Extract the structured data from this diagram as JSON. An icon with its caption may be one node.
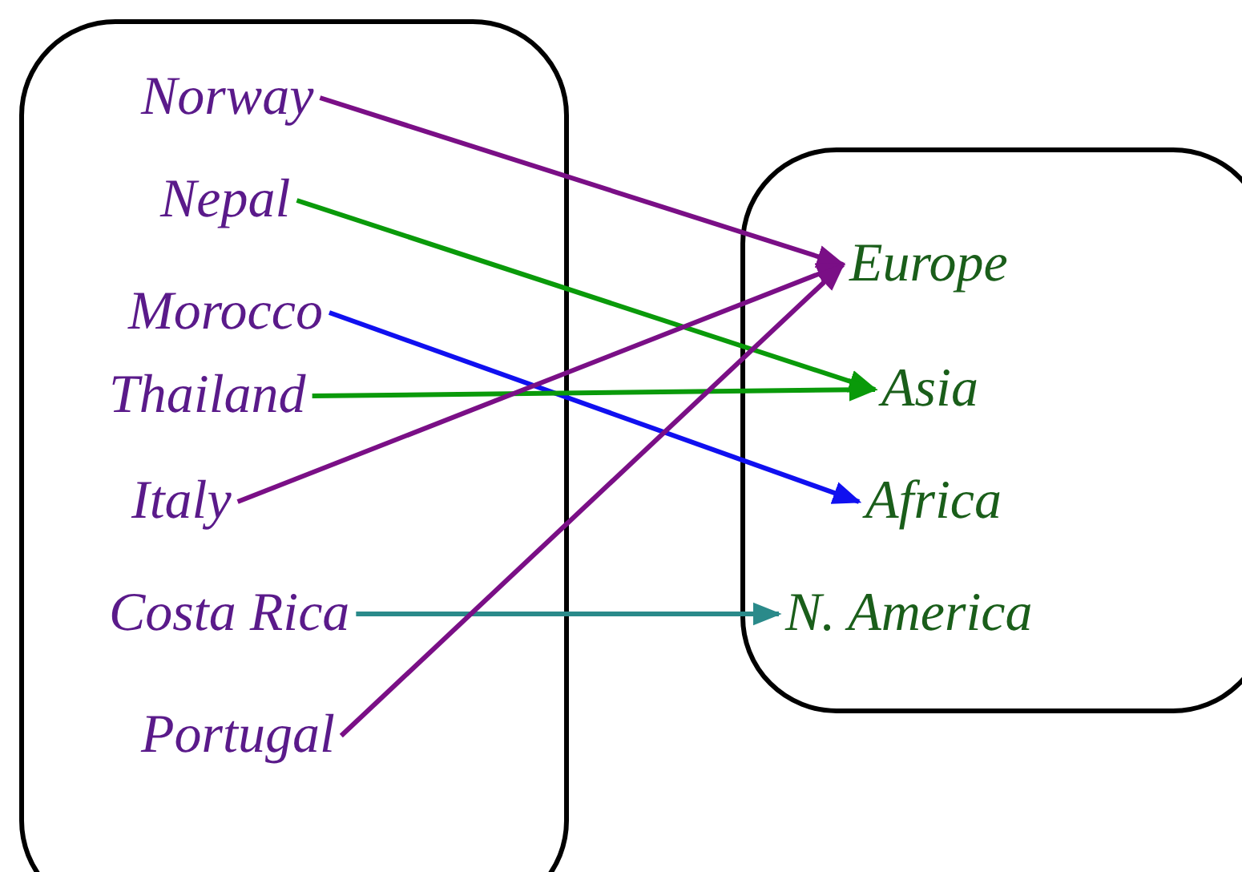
{
  "diagram": {
    "nodes": [
      {
        "text": [],
        "shape": "box"
      },
      {
        "text": [
          "Norway"
        ],
        "in": 0
      },
      {
        "text": [
          "Nepal"
        ],
        "in": 0
      },
      {
        "text": [
          "Morocco"
        ],
        "in": 0
      },
      {
        "text": [
          "Thailand"
        ],
        "in": 0
      },
      {
        "text": [
          "Italy"
        ],
        "in": 0
      },
      {
        "text": [
          "Costa Rica"
        ],
        "in": 0
      },
      {
        "text": [
          "Portugal"
        ],
        "in": 0
      },
      {
        "text": [],
        "shape": "box"
      },
      {
        "text": [
          "Europe"
        ],
        "in": 8
      },
      {
        "text": [
          "Asia"
        ],
        "in": 8
      },
      {
        "text": [
          "Africa"
        ],
        "in": 8
      },
      {
        "text": [
          "N. America"
        ],
        "in": 8
      }
    ],
    "edges": [
      {
        "from": 1,
        "to": 9,
        "arrow": "to",
        "color": "#7a0f86"
      },
      {
        "from": 2,
        "to": 10,
        "arrow": "to",
        "color": "#0a9a0a"
      },
      {
        "from": 3,
        "to": 11,
        "arrow": "to",
        "color": "#1010f0"
      },
      {
        "from": 4,
        "to": 10,
        "arrow": "to",
        "color": "#0a9a0a"
      },
      {
        "from": 5,
        "to": 9,
        "arrow": "to",
        "color": "#7a0f86"
      },
      {
        "from": 6,
        "to": 12,
        "arrow": "to",
        "color": "#2a8a8a"
      },
      {
        "from": 7,
        "to": 9,
        "arrow": "to",
        "color": "#7a0f86"
      }
    ]
  }
}
